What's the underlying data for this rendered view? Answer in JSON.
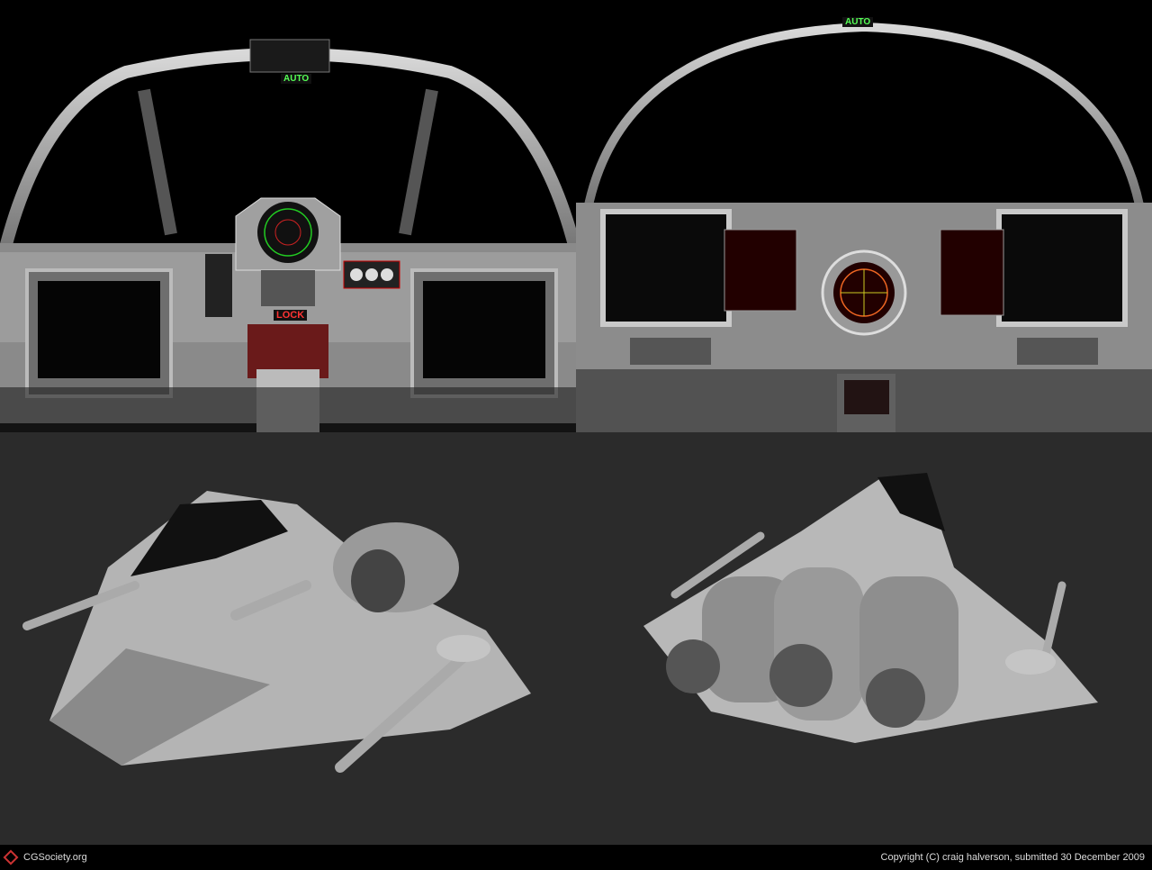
{
  "renders": {
    "cockpit_left": {
      "auto_label": "AUTO",
      "lock_label": "LOCK"
    },
    "cockpit_right": {
      "auto_label": "AUTO"
    }
  },
  "footer": {
    "site": "CGSociety.org",
    "credit": "Copyright (C) craig halverson, submitted 30 December 2009"
  }
}
